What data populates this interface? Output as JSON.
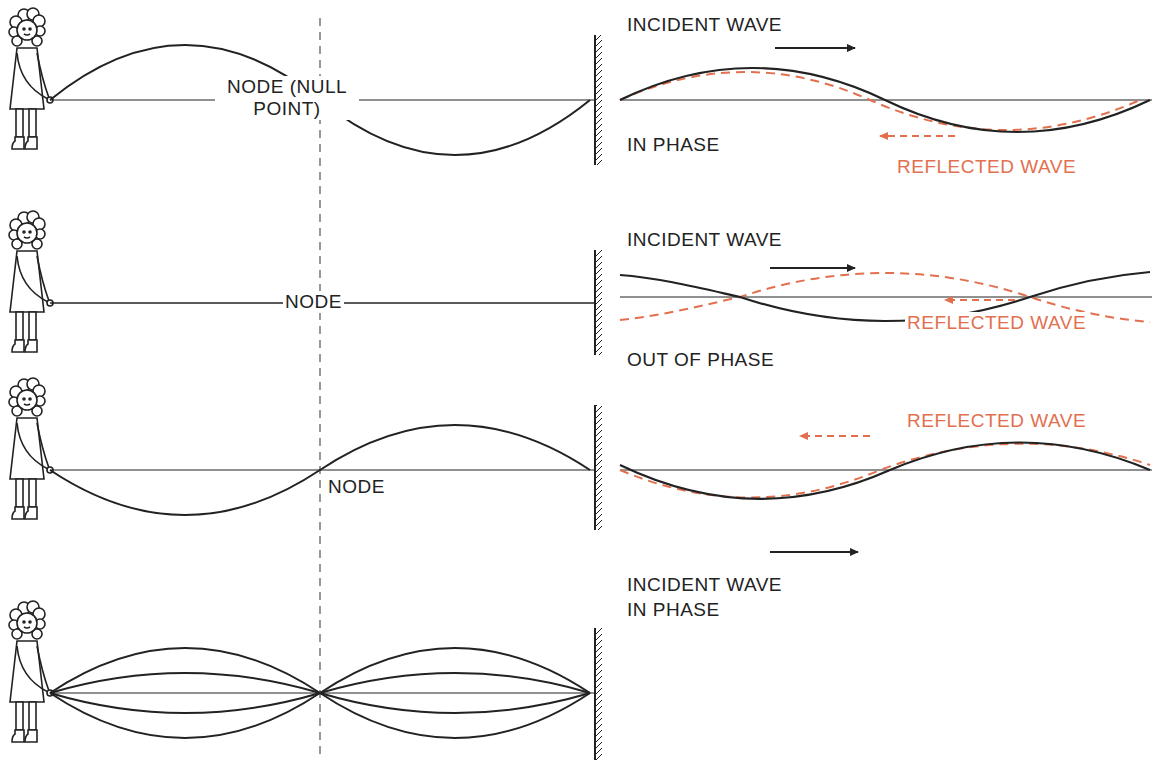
{
  "diagram": {
    "labels": [
      "NODE (NULL POINT)",
      "INCIDENT WAVE",
      "IN PHASE",
      "REFLECTED WAVE",
      "NODE",
      "INCIDENT WAVE",
      "REFLECTED WAVE",
      "OUT OF PHASE",
      "NODE",
      "REFLECTED WAVE",
      "INCIDENT WAVE",
      "IN PHASE"
    ]
  }
}
